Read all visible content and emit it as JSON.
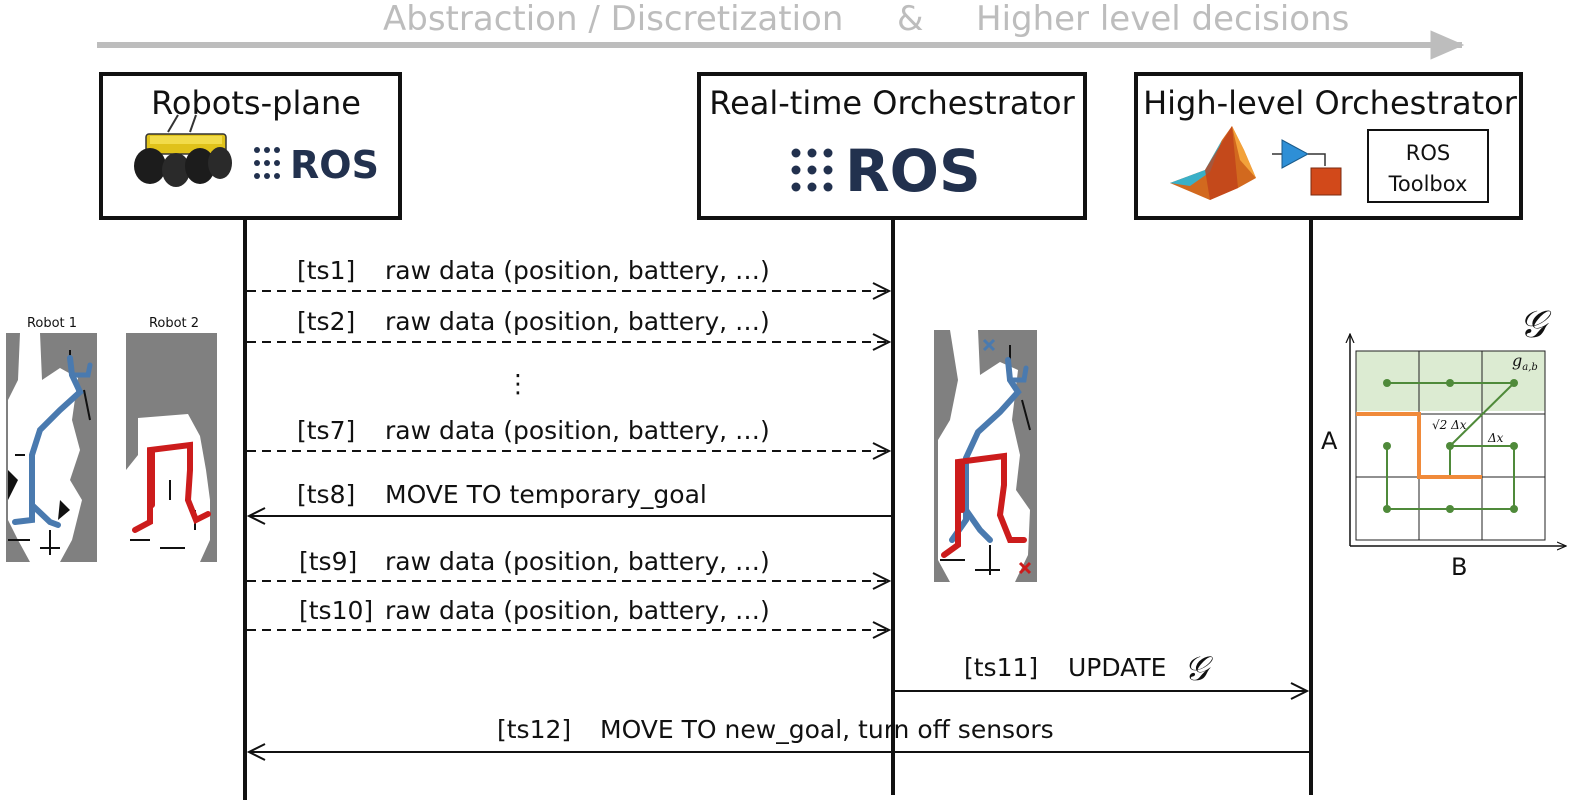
{
  "banner": {
    "left": "Abstraction / Discretization",
    "amp": "&",
    "right": "Higher level decisions"
  },
  "lanes": [
    {
      "id": "robots",
      "title": "Robots-plane",
      "logo": "ROS"
    },
    {
      "id": "rt",
      "title": "Real-time Orchestrator",
      "logo": "ROS"
    },
    {
      "id": "hl",
      "title": "High-level Orchestrator",
      "toolbox_line1": "ROS",
      "toolbox_line2": "Toolbox"
    }
  ],
  "messages": [
    {
      "ts": "[ts1]",
      "text": "raw data (position, battery, …)"
    },
    {
      "ts": "[ts2]",
      "text": "raw data (position, battery, …)"
    },
    {
      "ts": "[ts7]",
      "text": "raw data (position, battery, …)"
    },
    {
      "ts": "[ts8]",
      "text": "MOVE TO  temporary_goal"
    },
    {
      "ts": "[ts9]",
      "text": "raw data (position, battery, …)"
    },
    {
      "ts": "[ts10]",
      "text": "raw data (position, battery, …)"
    },
    {
      "ts": "[ts11]",
      "text": "UPDATE"
    },
    {
      "ts": "[ts12]",
      "text": "MOVE TO  new_goal,  turn off sensors"
    }
  ],
  "ellipsis": "⋮",
  "robot_maps": {
    "robot1": "Robot 1",
    "robot2": "Robot 2"
  },
  "graph": {
    "symbol": "𝒢",
    "node_label": "g",
    "node_sub": "a,b",
    "diag_label": "√2 Δx",
    "step_label": "Δx",
    "axis_y": "A",
    "axis_x": "B"
  },
  "colors": {
    "blue_path": "#4a7aaf",
    "red_path": "#cc1c1c",
    "graph_green": "#4f8a3a",
    "graph_shade": "#dcebd2",
    "orange_line": "#f08a3a",
    "ros_navy": "#22314e",
    "banner_gray": "#bdbdbd"
  }
}
